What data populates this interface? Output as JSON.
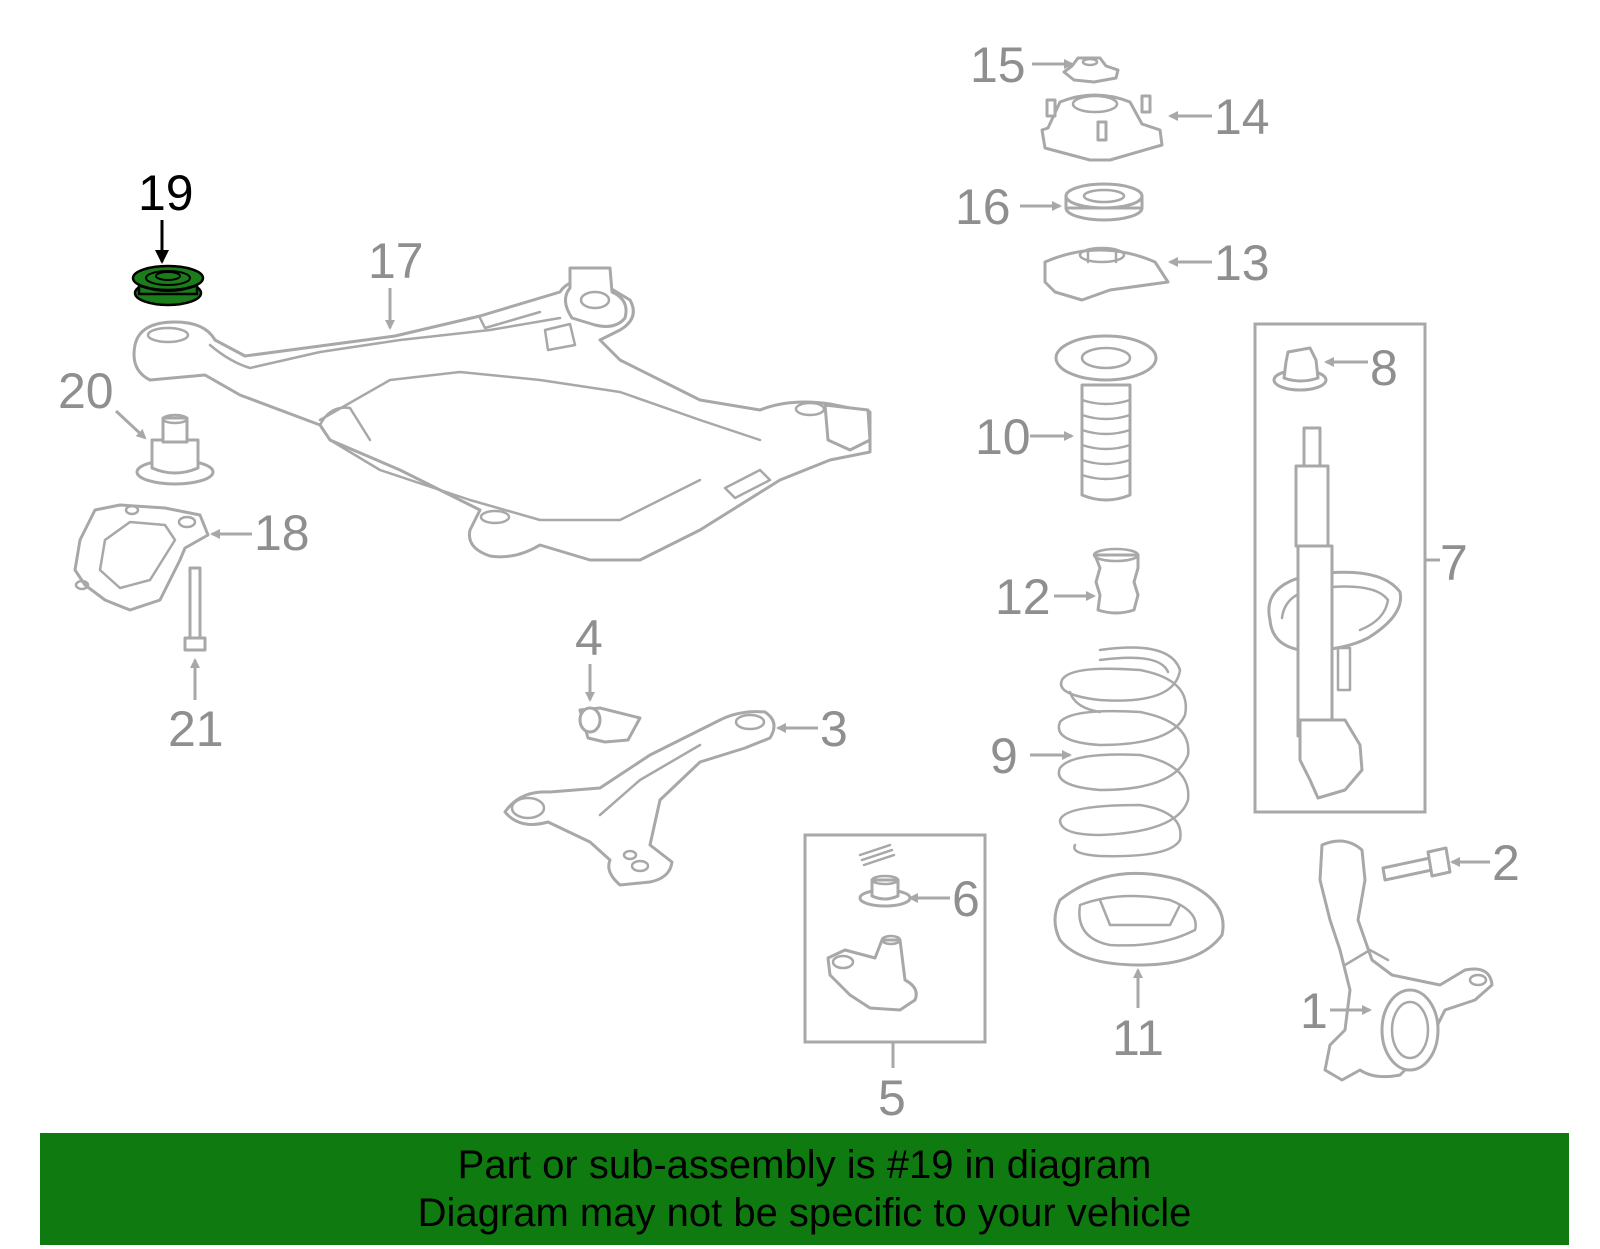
{
  "diagram": {
    "highlighted_part": "19",
    "highlight_color": "#0f7a0f",
    "callouts": {
      "c1": "1",
      "c2": "2",
      "c3": "3",
      "c4": "4",
      "c5": "5",
      "c6": "6",
      "c7": "7",
      "c8": "8",
      "c9": "9",
      "c10": "10",
      "c11": "11",
      "c12": "12",
      "c13": "13",
      "c14": "14",
      "c15": "15",
      "c16": "16",
      "c17": "17",
      "c18": "18",
      "c19": "19",
      "c20": "20",
      "c21": "21"
    }
  },
  "banner": {
    "line1": "Part or sub-assembly is #19 in diagram",
    "line2": "Diagram may not be specific to your vehicle"
  }
}
